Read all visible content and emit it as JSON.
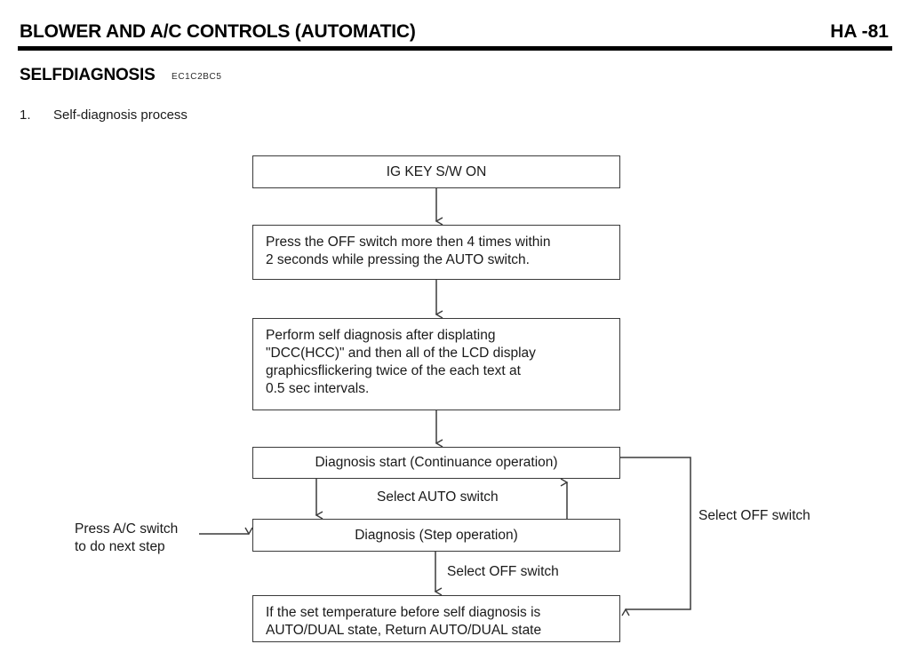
{
  "header": {
    "title": "BLOWER AND A/C CONTROLS (AUTOMATIC)",
    "page_number": "HA -81"
  },
  "section": {
    "title": "SELFDIAGNOSIS",
    "code": "EC1C2BC5"
  },
  "list": {
    "item1_number": "1.",
    "item1_text": "Self-diagnosis process"
  },
  "flowchart": {
    "boxes": [
      {
        "id": "ig-key",
        "text": "IG KEY S/W ON"
      },
      {
        "id": "press-off",
        "text": "Press the OFF switch more then 4 times within\n2 seconds while pressing the AUTO switch."
      },
      {
        "id": "perform",
        "text": "Perform self diagnosis after displating\n\"DCC(HCC)\" and then all of the LCD display\ngraphicsflickering twice of the each text at\n0.5 sec intervals."
      },
      {
        "id": "diag-start",
        "text": "Diagnosis start (Continuance operation)"
      },
      {
        "id": "diag-step",
        "text": "Diagnosis (Step operation)"
      },
      {
        "id": "return-auto",
        "text": "If the set temperature before self diagnosis is\nAUTO/DUAL state, Return AUTO/DUAL state"
      }
    ],
    "labels": {
      "select_auto": "Select AUTO switch",
      "select_off_1": "Select OFF switch",
      "select_off_2": "Select OFF switch",
      "press_ac": "Press A/C switch\nto do next step"
    }
  },
  "colors": {
    "line": "#3a3a3a",
    "rule": "#000000",
    "text": "#1a1a1a",
    "background": "#ffffff"
  }
}
